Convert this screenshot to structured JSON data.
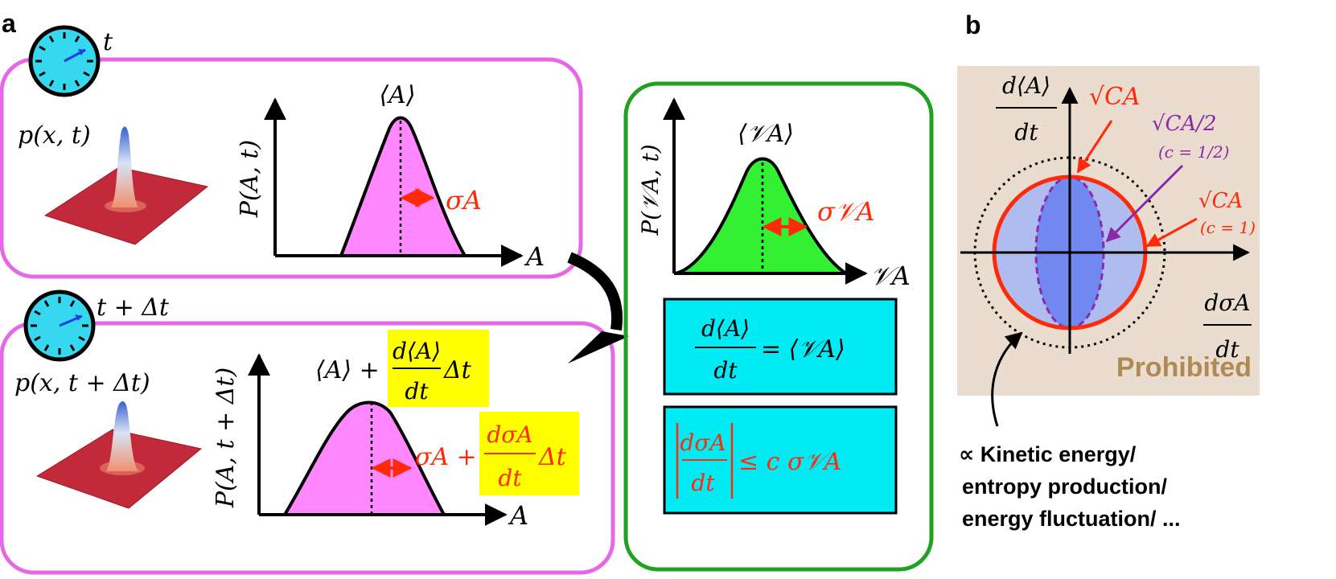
{
  "panel_a": {
    "label": "a",
    "top": {
      "time": "t",
      "p_label": "p(x, t)",
      "y_axis": "P(A, t)",
      "x_axis": "A",
      "mean": "⟨A⟩",
      "sigma": "σA"
    },
    "bottom": {
      "time": "t + Δt",
      "p_label": "p(x, t + Δt)",
      "y_axis": "P(A, t + Δt)",
      "x_axis": "A",
      "mean_prefix": "⟨A⟩ +",
      "mean_frac_num": "d⟨A⟩",
      "mean_frac_den": "dt",
      "mean_suffix": "Δt",
      "sigma_prefix": "σA +",
      "sigma_frac_num": "dσA",
      "sigma_frac_den": "dt",
      "sigma_suffix": "Δt"
    },
    "velocity": {
      "y_axis": "P(𝒱A, t)",
      "x_axis": "𝒱A",
      "mean": "⟨𝒱A⟩",
      "sigma": "σ𝒱A",
      "eq1_num": "d⟨A⟩",
      "eq1_den": "dt",
      "eq1_rhs": "= ⟨𝒱A⟩",
      "eq2_num": "dσA",
      "eq2_den": "dt",
      "eq2_rhs": "≤ c σ𝒱A"
    }
  },
  "panel_b": {
    "label": "b",
    "y_num": "d⟨A⟩",
    "y_den": "dt",
    "x_num": "dσA",
    "x_den": "dt",
    "sqrt_top": "√CA",
    "sqrt_half": "√CA/2",
    "c_half": "(c = 1/2)",
    "sqrt_right": "√CA",
    "c_one": "(c = 1)",
    "prohibited": "Prohibited",
    "caption_lines": [
      "∝ Kinetic energy/",
      "entropy production/",
      "energy fluctuation/ ..."
    ]
  },
  "colors": {
    "magenta_frame": "#e668e6",
    "pink_fill": "#ff88ff",
    "green_frame": "#22a022",
    "green_fill": "#33f033",
    "cyan": "#00ecf4",
    "yellow": "#ffff00",
    "red": "#ff2a0a",
    "purple": "#8a2aa8",
    "beige": "#eadcce",
    "prohibited": "#b08a55",
    "clock": "#35d8ee"
  }
}
